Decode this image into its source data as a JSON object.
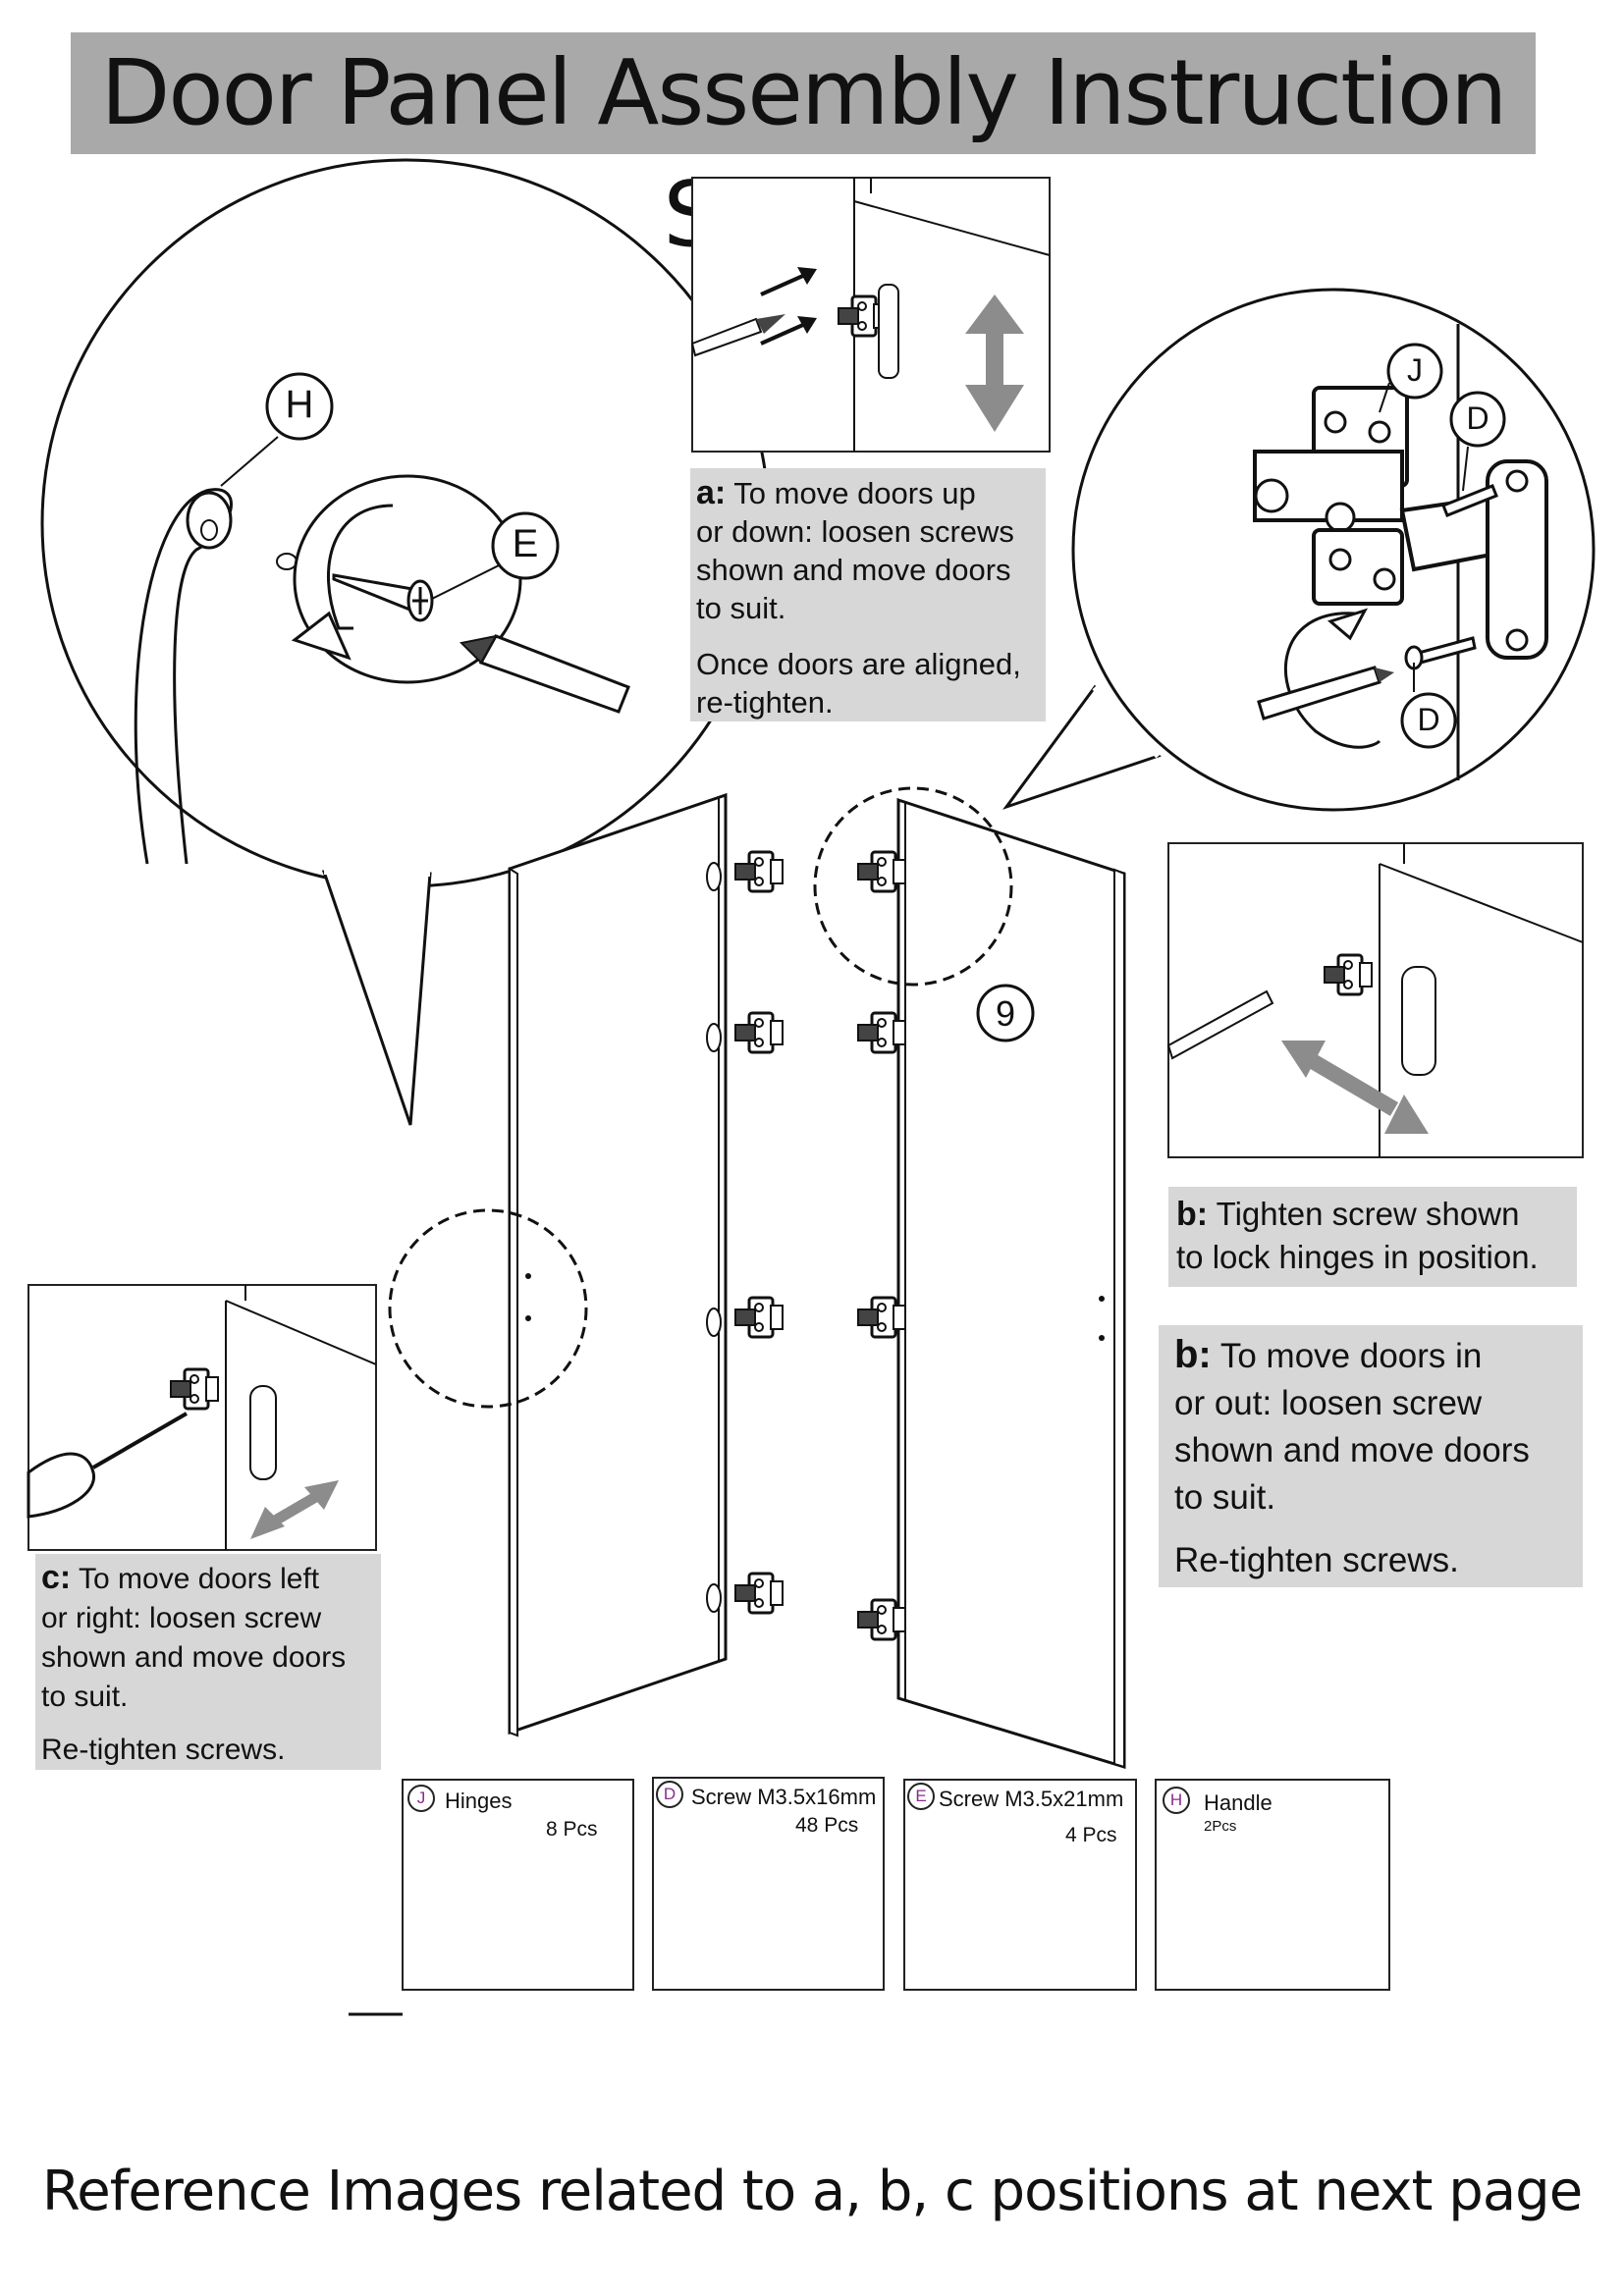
{
  "title": "Door Panel Assembly Instruction Step 1",
  "callouts": {
    "h": "H",
    "e": "E",
    "j": "J",
    "d_top": "D",
    "d_bottom": "D",
    "panel_number": "9"
  },
  "instructions": {
    "a": {
      "label": "a:",
      "lines": [
        "To move doors up",
        "or down: loosen screws",
        "shown and move doors",
        "to suit."
      ],
      "note": [
        "Once doors are aligned,",
        "re-tighten."
      ]
    },
    "b_lock": {
      "label": "b:",
      "lines": [
        "Tighten screw shown",
        "to lock hinges in position."
      ]
    },
    "b_inout": {
      "label": "b:",
      "lines": [
        "To move doors in",
        "or out: loosen screw",
        "shown and move doors",
        "to suit."
      ],
      "note": [
        "Re-tighten screws."
      ]
    },
    "c": {
      "label": "c:",
      "lines": [
        "To move doors left",
        "or right: loosen screw",
        "shown and move doors",
        "to suit."
      ],
      "note": [
        "Re-tighten screws."
      ]
    }
  },
  "parts": [
    {
      "letter": "J",
      "name": "Hinges",
      "qty": "8 Pcs",
      "icon": "hinge-icon"
    },
    {
      "letter": "D",
      "name": "Screw M3.5x16mm",
      "qty": "48 Pcs",
      "icon": "screw-icon"
    },
    {
      "letter": "E",
      "name": "Screw M3.5x21mm",
      "qty": "4 Pcs",
      "icon": "screw-icon"
    },
    {
      "letter": "H",
      "name": "Handle",
      "qty": "2Pcs",
      "icon": "handle-icon"
    }
  ],
  "footer": "Reference Images related to a, b, c positions at next page",
  "colors": {
    "title_bar": "#a9a9a9",
    "instruction_box": "#d7d7d7",
    "arrow": "#8c8c8c",
    "callout_letter": "#8a2a8a"
  }
}
